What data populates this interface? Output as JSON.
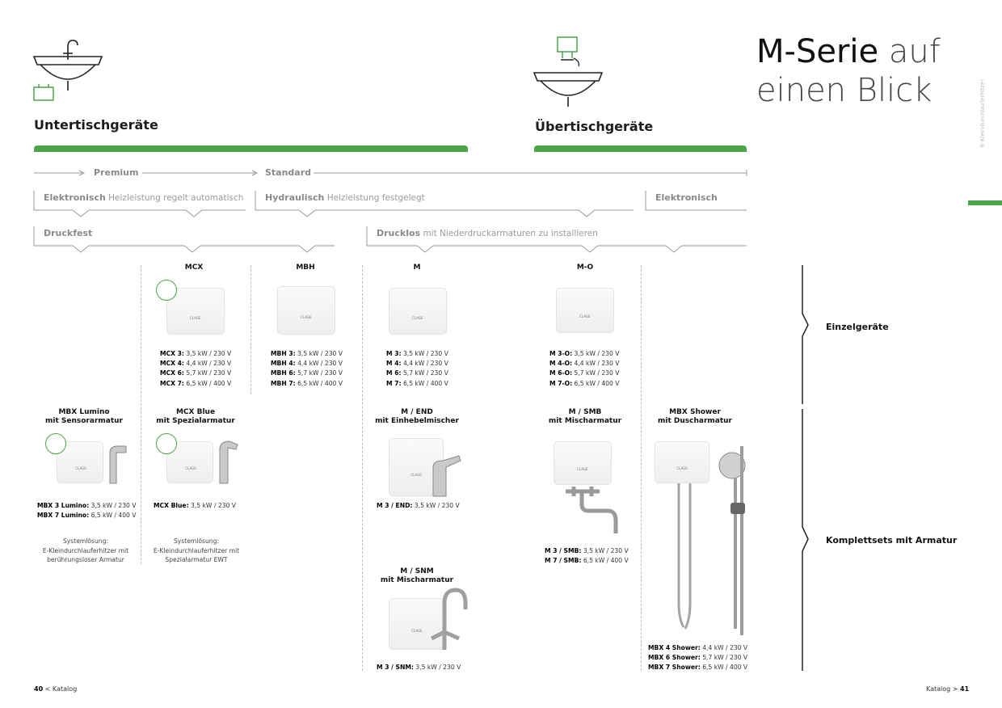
{
  "left_heading": "Untertischgeräte",
  "right_heading": "Übertischgeräte",
  "title": {
    "bold": "M-Serie",
    "rest1": "auf",
    "rest2": "einen Blick"
  },
  "side_label": "E-Kleindurchlauferhitzer",
  "rows": {
    "premium": "Premium",
    "standard": "Standard",
    "elektronisch": "Elektronisch",
    "elektronisch_note": "Heizleistung regelt automatisch",
    "hydraulisch": "Hydraulisch",
    "hydraulisch_note": "Heizleistung festgelegt",
    "elektronisch2": "Elektronisch",
    "druckfest": "Druckfest",
    "drucklos": "Drucklos",
    "drucklos_note": "mit Niederdruckarmaturen zu installieren"
  },
  "categories": {
    "single": "Einzelgeräte",
    "sets": "Komplettsets mit Armatur"
  },
  "products": {
    "mcx": {
      "name": "MCX",
      "specs": [
        {
          "m": "MCX 3:",
          "v": "3,5 kW / 230 V"
        },
        {
          "m": "MCX 4:",
          "v": "4,4 kW / 230 V"
        },
        {
          "m": "MCX 6:",
          "v": "5,7 kW / 230 V"
        },
        {
          "m": "MCX 7:",
          "v": "6,5 kW / 400 V"
        }
      ]
    },
    "mbh": {
      "name": "MBH",
      "specs": [
        {
          "m": "MBH 3:",
          "v": "3,5 kW / 230 V"
        },
        {
          "m": "MBH 4:",
          "v": "4,4 kW / 230 V"
        },
        {
          "m": "MBH 6:",
          "v": "5,7 kW / 230 V"
        },
        {
          "m": "MBH 7:",
          "v": "6,5 kW / 400 V"
        }
      ]
    },
    "m": {
      "name": "M",
      "specs": [
        {
          "m": "M 3:",
          "v": "3,5 kW / 230 V"
        },
        {
          "m": "M 4:",
          "v": "4,4 kW / 230 V"
        },
        {
          "m": "M 6:",
          "v": "5,7 kW / 230 V"
        },
        {
          "m": "M 7:",
          "v": "6,5 kW / 400 V"
        }
      ]
    },
    "mo": {
      "name": "M-O",
      "specs": [
        {
          "m": "M 3-O:",
          "v": "3,5 kW / 230 V"
        },
        {
          "m": "M 4-O:",
          "v": "4,4 kW / 230 V"
        },
        {
          "m": "M 6-O:",
          "v": "5,7 kW / 230 V"
        },
        {
          "m": "M 7-O:",
          "v": "6,5 kW / 400 V"
        }
      ]
    },
    "lumino": {
      "name1": "MBX Lumino",
      "name2": "mit Sensorarmatur",
      "specs": [
        {
          "m": "MBX 3 Lumino:",
          "v": "3,5 kW / 230 V"
        },
        {
          "m": "MBX 7 Lumino:",
          "v": "6,5 kW / 400 V"
        }
      ],
      "note1": "Systemlösung:",
      "note2": "E-Kleindurchlauferhitzer mit",
      "note3": "berührungsloser Armatur"
    },
    "mcxblue": {
      "name1": "MCX Blue",
      "name2": "mit Spezialarmatur",
      "specs": [
        {
          "m": "MCX Blue:",
          "v": "3,5 kW / 230 V"
        }
      ],
      "note1": "Systemlösung:",
      "note2": "E-Kleindurchlauferhitzer mit",
      "note3": "Spezialarmatur EWT"
    },
    "mend": {
      "name1": "M / END",
      "name2": "mit Einhebelmischer",
      "specs": [
        {
          "m": "M 3 / END:",
          "v": "3,5 kW / 230 V"
        }
      ]
    },
    "msmb": {
      "name1": "M / SMB",
      "name2": "mit Mischarmatur",
      "specs": [
        {
          "m": "M 3 / SMB:",
          "v": "3,5 kW / 230 V"
        },
        {
          "m": "M 7 / SMB:",
          "v": "6,5 kW / 400 V"
        }
      ]
    },
    "msnm": {
      "name1": "M / SNM",
      "name2": "mit Mischarmatur",
      "specs": [
        {
          "m": "M 3 / SNM:",
          "v": "3,5 kW / 230 V"
        }
      ]
    },
    "shower": {
      "name1": "MBX Shower",
      "name2": "mit Duscharmatur",
      "specs": [
        {
          "m": "MBX 4 Shower:",
          "v": "4,4 kW / 230 V"
        },
        {
          "m": "MBX 6 Shower:",
          "v": "5,7 kW / 230 V"
        },
        {
          "m": "MBX 7 Shower:",
          "v": "6,5 kW / 400 V"
        }
      ]
    }
  },
  "brand_logo_text": "CLAGE",
  "footer": {
    "left_num": "40",
    "left_text": "< Katalog",
    "right_text": "Katalog >",
    "right_num": "41"
  },
  "colors": {
    "accent": "#4aa648"
  }
}
